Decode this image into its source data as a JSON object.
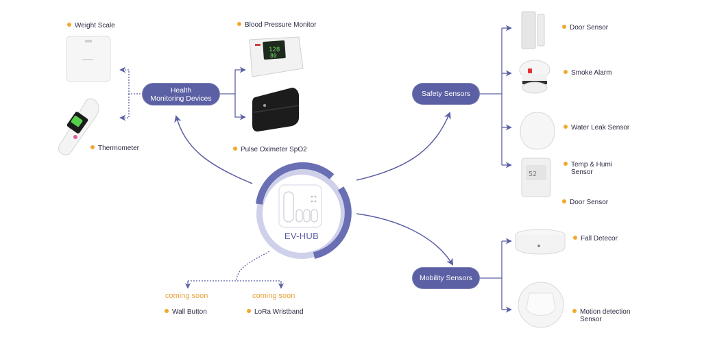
{
  "hub": {
    "name": "EV-HUB"
  },
  "categories": {
    "health": {
      "label_line1": "Health",
      "label_line2": "Monitoring Devices"
    },
    "safety": {
      "label": "Safety Sensors"
    },
    "mobility": {
      "label": "Mobility Sensors"
    }
  },
  "devices": {
    "weight_scale": "Weight Scale",
    "thermometer": "Thermometer",
    "blood_pressure": "Blood Pressure Monitor",
    "pulse_oximeter": "Pulse Oximeter SpO2",
    "door_sensor_1": "Door Sensor",
    "smoke_alarm": "Smoke Alarm",
    "water_leak": "Water Leak Sensor",
    "temp_humi_line1": "Temp & Humi",
    "temp_humi_line2": "Sensor",
    "door_sensor_2": "Door Sensor",
    "fall_detector": "Fall Detecor",
    "motion_line1": "Motion detection",
    "motion_line2": "Sensor"
  },
  "upcoming": {
    "status": "coming soon",
    "wall_button": "Wall Button",
    "lora_wristband": "LoRa Wristband"
  },
  "colors": {
    "accent": "#5b5fa3",
    "hub_ring": "#6a6eb3",
    "hub_ring_light": "#cfd1ea",
    "bullet": "#f0a92c",
    "coming_soon": "#e8a23a"
  }
}
